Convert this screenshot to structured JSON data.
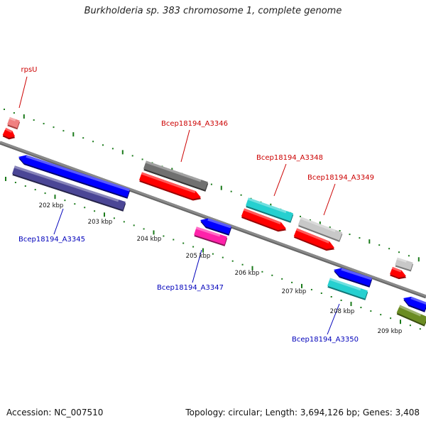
{
  "title": "Burkholderia sp. 383 chromosome 1, complete genome",
  "footer": {
    "accession": "Accession: NC_007510",
    "summary": "Topology: circular; Length: 3,694,126 bp; Genes: 3,408"
  },
  "colors": {
    "backbone": "#8a8a8a",
    "tick": "#1a7a1a",
    "label_forward": "#cc0000",
    "label_reverse": "#0000bb"
  },
  "scale_labels": [
    {
      "kbp": 202,
      "text": "202 kbp"
    },
    {
      "kbp": 203,
      "text": "203 kbp"
    },
    {
      "kbp": 204,
      "text": "204 kbp"
    },
    {
      "kbp": 205,
      "text": "205 kbp"
    },
    {
      "kbp": 206,
      "text": "206 kbp"
    },
    {
      "kbp": 207,
      "text": "207 kbp"
    },
    {
      "kbp": 208,
      "text": "208 kbp"
    },
    {
      "kbp": 209,
      "text": "209 kbp"
    }
  ],
  "genes": [
    {
      "name": "rpsU",
      "strand": "+",
      "label": "rpsU"
    },
    {
      "name": "Bcep18194_A3345",
      "strand": "-",
      "label": "Bcep18194_A3345"
    },
    {
      "name": "Bcep18194_A3346",
      "strand": "+",
      "label": "Bcep18194_A3346"
    },
    {
      "name": "Bcep18194_A3347",
      "strand": "-",
      "label": "Bcep18194_A3347"
    },
    {
      "name": "Bcep18194_A3348",
      "strand": "+",
      "label": "Bcep18194_A3348"
    },
    {
      "name": "Bcep18194_A3349",
      "strand": "+",
      "label": "Bcep18194_A3349"
    },
    {
      "name": "Bcep18194_A3350",
      "strand": "-",
      "label": "Bcep18194_A3350"
    }
  ]
}
